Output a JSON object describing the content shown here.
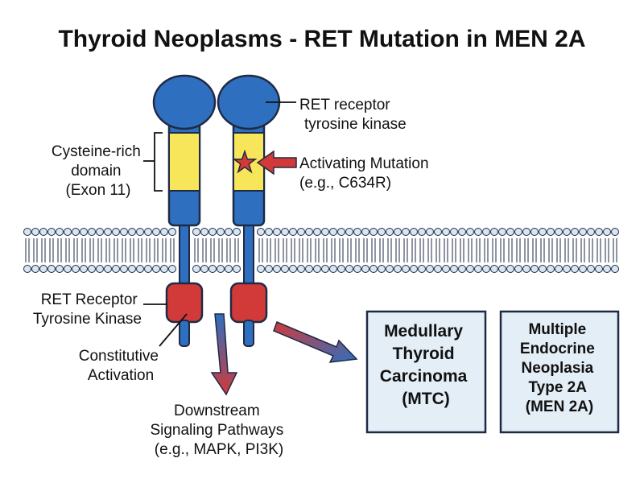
{
  "title": "Thyroid Neoplasms - RET Mutation in MEN 2A",
  "labels": {
    "receptor_top": [
      "RET receptor",
      "tyrosine kinase"
    ],
    "cysteine": [
      "Cysteine-rich",
      "domain",
      "(Exon 11)"
    ],
    "mutation": [
      "Activating Mutation",
      "(e.g., C634R)"
    ],
    "receptor_kinase": [
      "RET Receptor",
      "Tyrosine Kinase"
    ],
    "constitutive": [
      "Constitutive",
      "Activation"
    ],
    "downstream": [
      "Downstream",
      "Signaling Pathways",
      "(e.g., MAPK, PI3K)"
    ]
  },
  "boxes": {
    "mtc": [
      "Medullary",
      "Thyroid",
      "Carcinoma",
      "(MTC)"
    ],
    "men2a": [
      "Multiple",
      "Endocrine",
      "Neoplasia",
      "Type 2A",
      "(MEN 2A)"
    ]
  },
  "colors": {
    "receptor_blue": "#2e6fbf",
    "cysteine_yellow": "#f7e65a",
    "kinase_red": "#d23a3a",
    "box_fill": "#e4eef6",
    "membrane_head": "#d6e6f2",
    "outline": "#1f2a44"
  },
  "icons": {
    "mutation_marker": "star-icon"
  }
}
